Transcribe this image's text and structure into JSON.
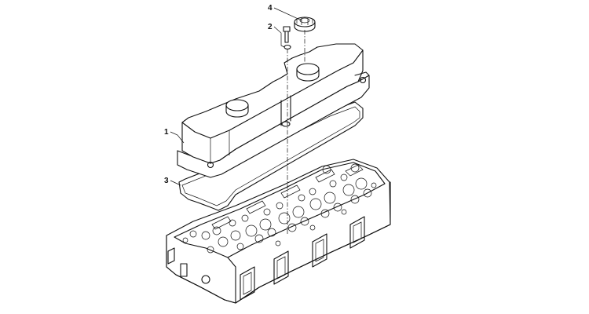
{
  "callouts": [
    {
      "number": "4",
      "part": "oil-filler-cap"
    },
    {
      "number": "2",
      "part": "cover-bolt-and-washer"
    },
    {
      "number": "1",
      "part": "valve-cover"
    },
    {
      "number": "3",
      "part": "valve-cover-gasket"
    }
  ]
}
